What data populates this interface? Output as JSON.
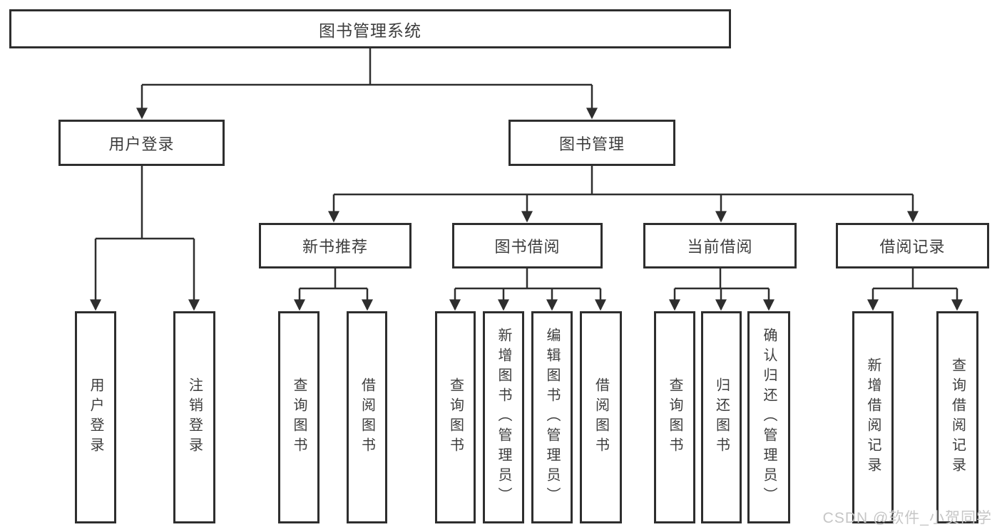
{
  "diagram": {
    "root": {
      "label": "图书管理系统"
    },
    "branches": [
      {
        "label": "用户登录",
        "children": [
          {
            "label": "用户登录"
          },
          {
            "label": "注销登录"
          }
        ]
      },
      {
        "label": "图书管理",
        "children": [
          {
            "label": "新书推荐",
            "children": [
              {
                "label": "查询图书"
              },
              {
                "label": "借阅图书"
              }
            ]
          },
          {
            "label": "图书借阅",
            "children": [
              {
                "label": "查询图书"
              },
              {
                "label": "新增图书（管理员）"
              },
              {
                "label": "编辑图书（管理员）"
              },
              {
                "label": "借阅图书"
              }
            ]
          },
          {
            "label": "当前借阅",
            "children": [
              {
                "label": "查询图书"
              },
              {
                "label": "归还图书"
              },
              {
                "label": "确认归还（管理员）"
              }
            ]
          },
          {
            "label": "借阅记录",
            "children": [
              {
                "label": "新增借阅记录"
              },
              {
                "label": "查询借阅记录"
              }
            ]
          }
        ]
      }
    ],
    "watermark": "CSDN @软件_小贺同学"
  },
  "colors": {
    "line": "#2e2e2e",
    "text": "#3d3d3d",
    "watermark": "#c6c6c6",
    "background": "#ffffff"
  }
}
